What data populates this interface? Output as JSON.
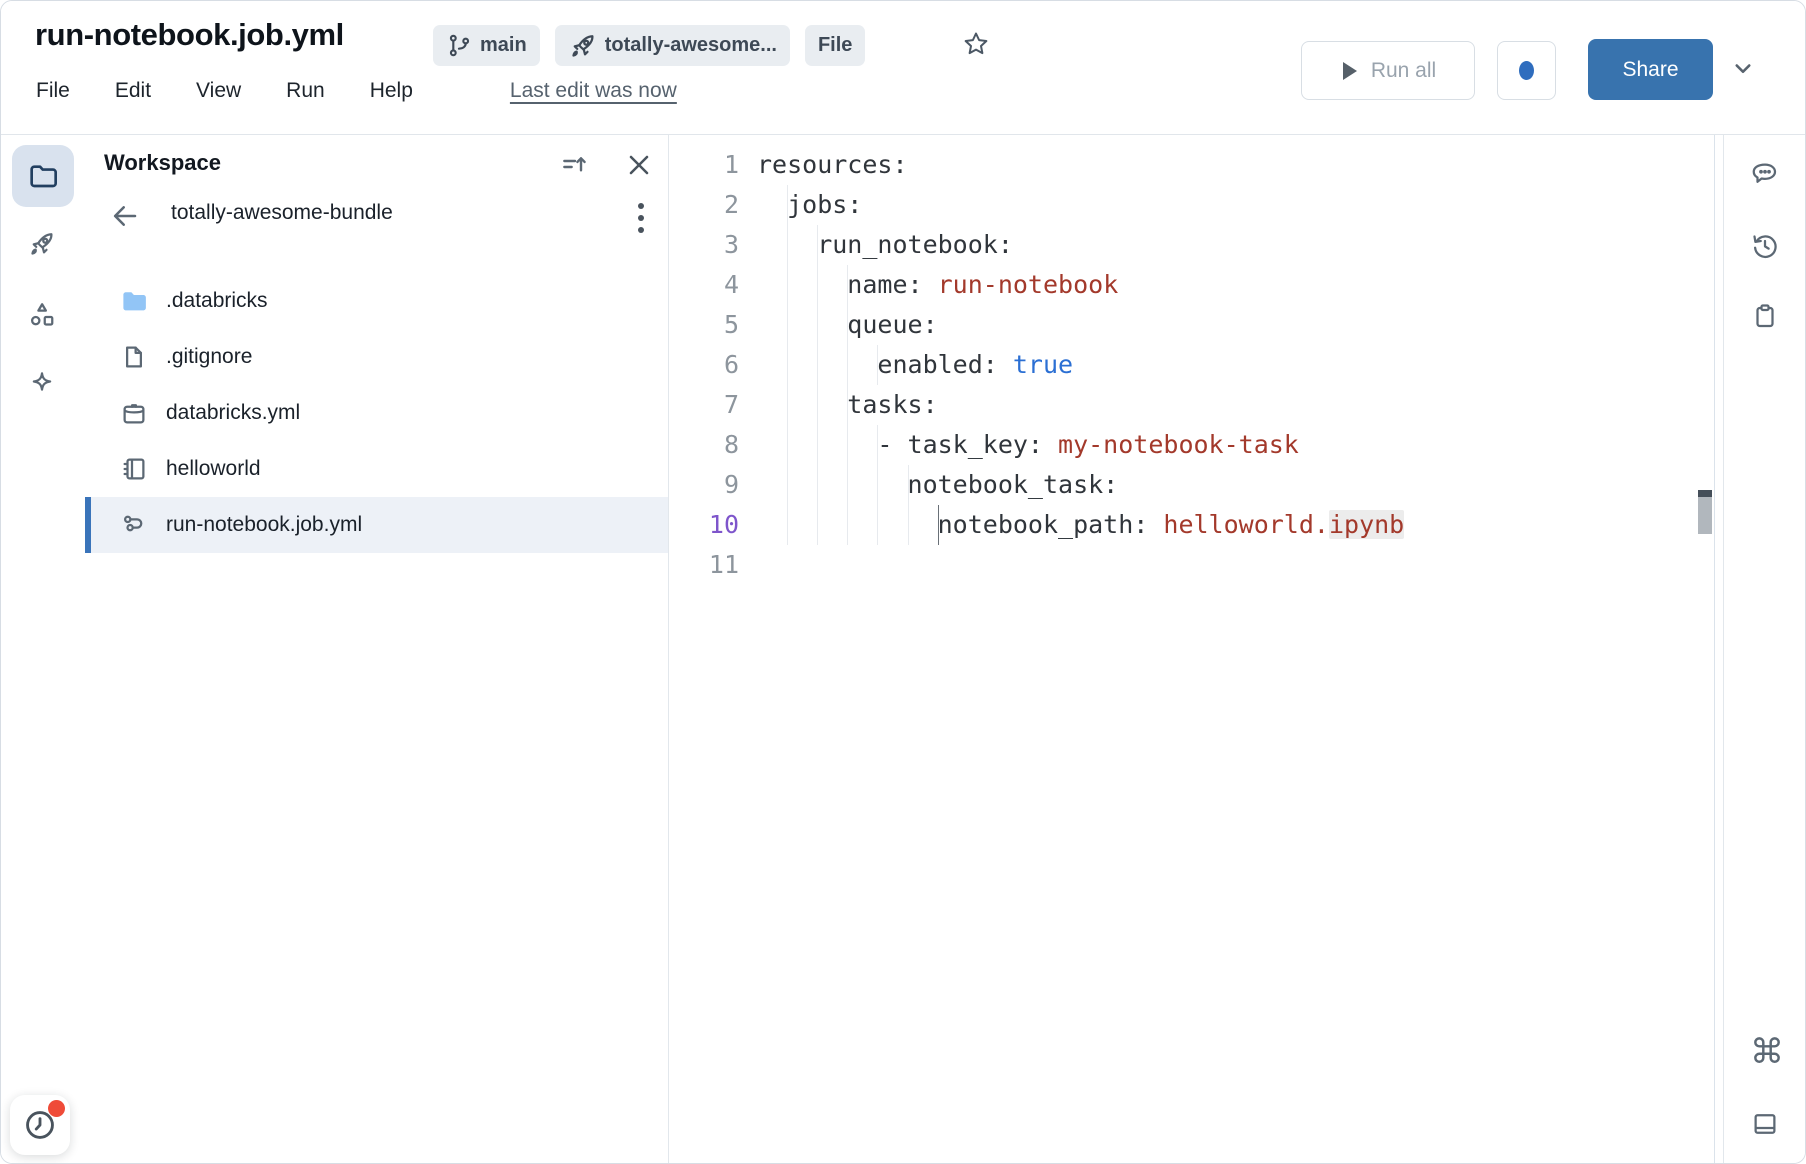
{
  "header": {
    "title": "run-notebook.job.yml",
    "badges": [
      {
        "label": "main",
        "icon": "git-branch-icon"
      },
      {
        "label": "totally-awesome...",
        "icon": "rocket-icon"
      },
      {
        "label": "File",
        "icon": null
      }
    ],
    "menus": [
      "File",
      "Edit",
      "View",
      "Run",
      "Help"
    ],
    "last_edit": "Last edit was now",
    "run_all_label": "Run all",
    "share_label": "Share"
  },
  "left_rail": {
    "items": [
      {
        "icon": "folder-icon",
        "active": true
      },
      {
        "icon": "rocket-icon",
        "active": false
      },
      {
        "icon": "shapes-icon",
        "active": false
      },
      {
        "icon": "sparkle-icon",
        "active": false
      }
    ],
    "bottom": {
      "icon": "clock-icon",
      "notification": true
    }
  },
  "workspace": {
    "title": "Workspace",
    "breadcrumb": "totally-awesome-bundle",
    "files": [
      {
        "name": ".databricks",
        "icon": "folder-blue-icon",
        "selected": false
      },
      {
        "name": ".gitignore",
        "icon": "file-icon",
        "selected": false
      },
      {
        "name": "databricks.yml",
        "icon": "bundle-icon",
        "selected": false
      },
      {
        "name": "helloworld",
        "icon": "notebook-icon",
        "selected": false
      },
      {
        "name": "run-notebook.job.yml",
        "icon": "workflow-icon",
        "selected": true
      }
    ]
  },
  "editor": {
    "lines": [
      {
        "n": "1",
        "guides": 0,
        "tokens": [
          {
            "t": "resources:",
            "c": "k"
          }
        ]
      },
      {
        "n": "2",
        "guides": 1,
        "tokens": [
          {
            "t": "  jobs:",
            "c": "k"
          }
        ]
      },
      {
        "n": "3",
        "guides": 2,
        "tokens": [
          {
            "t": "    run_notebook:",
            "c": "k"
          }
        ]
      },
      {
        "n": "4",
        "guides": 3,
        "tokens": [
          {
            "t": "      name: ",
            "c": "k"
          },
          {
            "t": "run-notebook",
            "c": "s"
          }
        ]
      },
      {
        "n": "5",
        "guides": 3,
        "tokens": [
          {
            "t": "      queue:",
            "c": "k"
          }
        ]
      },
      {
        "n": "6",
        "guides": 4,
        "tokens": [
          {
            "t": "        enabled: ",
            "c": "k"
          },
          {
            "t": "true",
            "c": "b"
          }
        ]
      },
      {
        "n": "7",
        "guides": 3,
        "tokens": [
          {
            "t": "      tasks:",
            "c": "k"
          }
        ]
      },
      {
        "n": "8",
        "guides": 4,
        "tokens": [
          {
            "t": "        - task_key: ",
            "c": "k"
          },
          {
            "t": "my-notebook-task",
            "c": "s"
          }
        ]
      },
      {
        "n": "9",
        "guides": 5,
        "tokens": [
          {
            "t": "          notebook_task:",
            "c": "k"
          }
        ]
      },
      {
        "n": "10",
        "guides": 6,
        "active": true,
        "active_guide": true,
        "tokens": [
          {
            "t": "            notebook_path: ",
            "c": "k"
          },
          {
            "t": "helloworld.",
            "c": "s"
          },
          {
            "t": "ipynb",
            "c": "s hl"
          }
        ]
      },
      {
        "n": "11",
        "guides": 0,
        "tokens": []
      }
    ]
  },
  "right_rail": {
    "top": [
      "comment-icon",
      "history-icon",
      "clipboard-icon"
    ],
    "bottom": [
      "command-icon",
      "panel-bottom-icon"
    ]
  },
  "colors": {
    "share_button_blue": "#3873ae",
    "selection_bar_blue": "#3a74ba",
    "string_red": "#a3392b",
    "bool_blue": "#2b6fd3",
    "active_line_number_purple": "#7e55cb",
    "notification_red": "#ef4b38",
    "badge_bg": "#e9edf1",
    "folder_fill_blue": "#92c5f6"
  }
}
